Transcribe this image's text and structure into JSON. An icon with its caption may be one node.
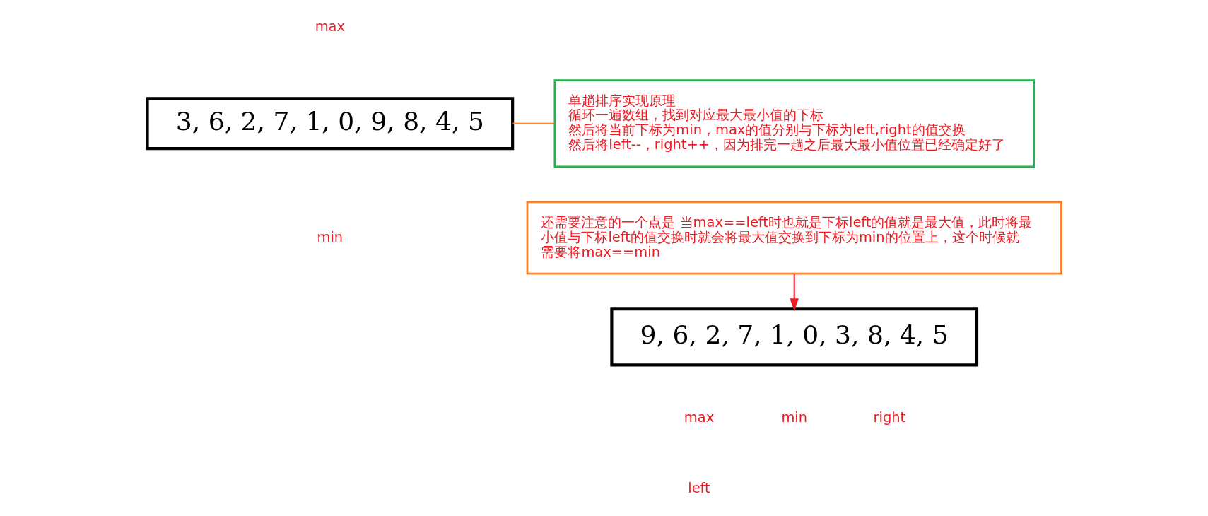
{
  "diagram": {
    "nodes": [
      {
        "text": [
          "3, 6, 2, 7, 1, 0, 9, 8, 4, 5"
        ]
      },
      {
        "text": [
          "单趟排序实现原理",
          "循环一遍数组，找到对应最大最小值的下标",
          "然后将当前下标为min，max的值分别与下标为left,right的值交换",
          "然后将left--，right++，因为排完一趟之后最大最小值位置已经确定好了"
        ]
      },
      {
        "text": [
          "还需要注意的一个点是 当max==left时也就是下标left的值就是最大值，此时将最小值与下标left的值交换时就会将最大值交换到下标为min的位置上，这个时候就需要将max==min"
        ]
      },
      {
        "text": [
          "9, 6, 2, 7, 1, 0, 3, 8, 4, 5"
        ]
      }
    ],
    "edges": [
      {
        "from": 0,
        "to": 1,
        "arrow": "none",
        "color": "#ff7f27"
      },
      {
        "from": 2,
        "to": 3,
        "arrow": "to",
        "color": "#ed1c24"
      }
    ],
    "labels": [
      "max",
      "min",
      "max",
      "min",
      "right",
      "left"
    ]
  }
}
